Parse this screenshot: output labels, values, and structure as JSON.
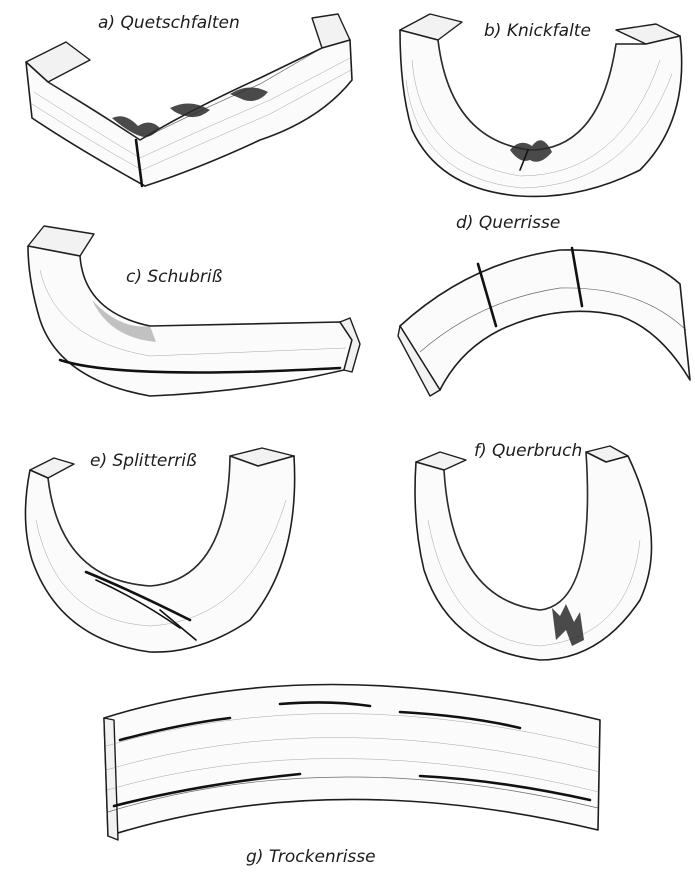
{
  "figure": {
    "panels": [
      {
        "id": "a",
        "caption": "a) Quetschfalten"
      },
      {
        "id": "b",
        "caption": "b) Knickfalte"
      },
      {
        "id": "c",
        "caption": "c) Schubriß"
      },
      {
        "id": "d",
        "caption": "d) Querrisse"
      },
      {
        "id": "e",
        "caption": "e) Splitterriß"
      },
      {
        "id": "f",
        "caption": "f) Querbruch"
      },
      {
        "id": "g",
        "caption": "g) Trockenrisse"
      }
    ]
  }
}
